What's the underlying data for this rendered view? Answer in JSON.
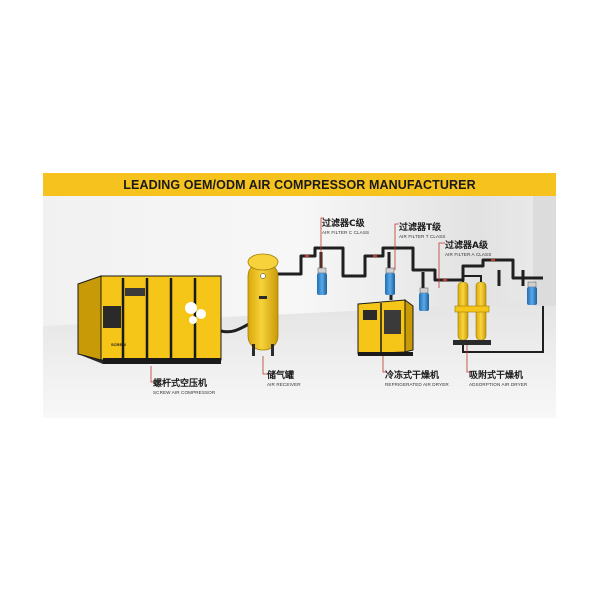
{
  "banner": {
    "title": "LEADING OEM/ODM AIR COMPRESSOR MANUFACTURER"
  },
  "colors": {
    "banner": "#f6c21d",
    "machine_yellow": "#f5c518",
    "filter_blue": "#3d8fd1",
    "pipe": "#1f1f1f"
  },
  "equipment": [
    {
      "zh": "螺杆式空压机",
      "en": "SCREW AIR COMPRESSOR"
    },
    {
      "zh": "储气罐",
      "en": "AIR RECEIVER"
    },
    {
      "zh": "冷冻式干燥机",
      "en": "REFRIGERATED AIR DRYER"
    },
    {
      "zh": "吸附式干燥机",
      "en": "ADSORPTION AIR DRYER"
    }
  ],
  "filters": [
    {
      "zh": "过滤器C级",
      "en": "AIR FILTER C CLASS"
    },
    {
      "zh": "过滤器T级",
      "en": "AIR FILTER T CLASS"
    },
    {
      "zh": "过滤器A级",
      "en": "AIR FILTER A CLASS"
    }
  ]
}
